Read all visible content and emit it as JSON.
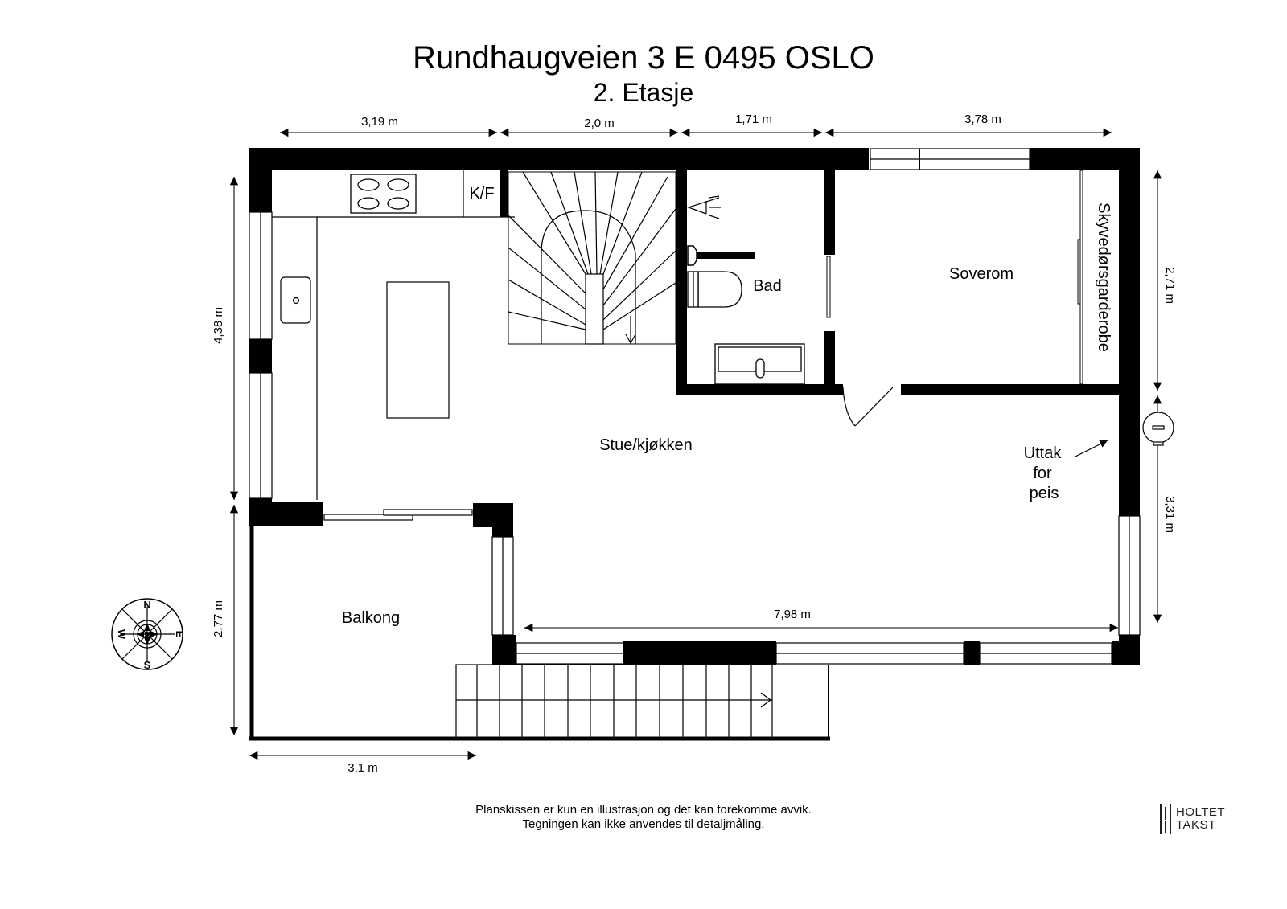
{
  "header": {
    "title": "Rundhaugveien 3 E 0495 OSLO",
    "subtitle": "2. Etasje"
  },
  "dimensions": {
    "top": [
      "3,19 m",
      "2,0 m",
      "1,71 m",
      "3,78 m"
    ],
    "left_upper": "4,38 m",
    "left_lower": "2,77 m",
    "right_upper": "2,71 m",
    "right_lower": "3,31 m",
    "bottom_balcony": "3,1 m",
    "inner_width": "7,98 m"
  },
  "rooms": {
    "kitchen_fridge": "K/F",
    "bathroom": "Bad",
    "bedroom": "Soverom",
    "wardrobe": "Skyvedørsgarderobe",
    "living_kitchen": "Stue/kjøkken",
    "balcony": "Balkong"
  },
  "annotations": {
    "fireplace_line1": "Uttak",
    "fireplace_line2": "for",
    "fireplace_line3": "peis"
  },
  "compass": {
    "north": "N",
    "south": "S",
    "east": "E",
    "west": "W"
  },
  "footer": {
    "disclaimer_line1": "Planskissen er kun en illustrasjon og det kan forekomme avvik.",
    "disclaimer_line2": "Tegningen kan ikke anvendes til detaljmåling."
  },
  "logo": {
    "line1": "HOLTET",
    "line2": "TAKST"
  },
  "colors": {
    "wall": "#000000",
    "background": "#ffffff",
    "dimension_line": "#333333"
  }
}
